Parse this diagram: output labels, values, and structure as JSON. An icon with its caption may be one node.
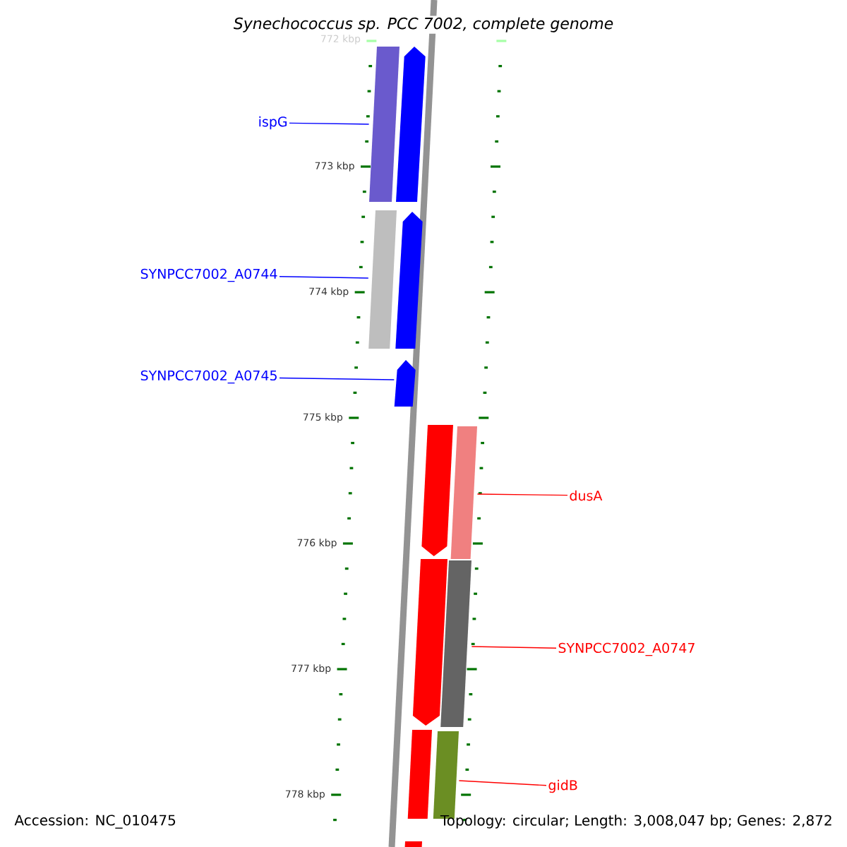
{
  "diagram": {
    "title": "Synechococcus sp. PCC 7002, complete genome",
    "nodes": [
      {
        "text": [
          "ispG"
        ]
      },
      {
        "text": [
          "SYNPCC7002_A0744"
        ]
      },
      {
        "text": [
          "SYNPCC7002_A0745"
        ]
      },
      {
        "text": [
          "dusA"
        ]
      },
      {
        "text": [
          "SYNPCC7002_A0747"
        ]
      },
      {
        "text": [
          "gidB"
        ]
      },
      {
        "text": [],
        "shape": "bar"
      },
      {
        "text": [],
        "shape": "pentagon"
      },
      {
        "text": [],
        "shape": "bar"
      },
      {
        "text": [],
        "shape": "pentagon"
      },
      {
        "text": [],
        "shape": "pentagon"
      },
      {
        "text": [],
        "shape": "pentagon"
      },
      {
        "text": [],
        "shape": "bar"
      },
      {
        "text": [],
        "shape": "pentagon"
      },
      {
        "text": [],
        "shape": "bar"
      },
      {
        "text": [],
        "shape": "bar"
      },
      {
        "text": [],
        "shape": "bar"
      },
      {
        "text": [],
        "shape": "bar"
      }
    ],
    "edges": [
      {
        "from": 0,
        "to": 6,
        "arrow": "none",
        "color": "#0000ff"
      },
      {
        "from": 1,
        "to": 8,
        "arrow": "none",
        "color": "#0000ff"
      },
      {
        "from": 2,
        "to": 10,
        "arrow": "none",
        "color": "#0000ff"
      },
      {
        "from": 3,
        "to": 12,
        "arrow": "none",
        "color": "#ff0000"
      },
      {
        "from": 4,
        "to": 14,
        "arrow": "none",
        "color": "#ff0000"
      },
      {
        "from": 5,
        "to": 16,
        "arrow": "none",
        "color": "#ff0000"
      }
    ],
    "labels": [
      "772 kbp",
      "773 kbp",
      "774 kbp",
      "775 kbp",
      "776 kbp",
      "777 kbp",
      "778 kbp",
      "Accession: NC_010475",
      "Topology: circular; Length: 3,008,047 bp; Genes: 2,872"
    ]
  }
}
